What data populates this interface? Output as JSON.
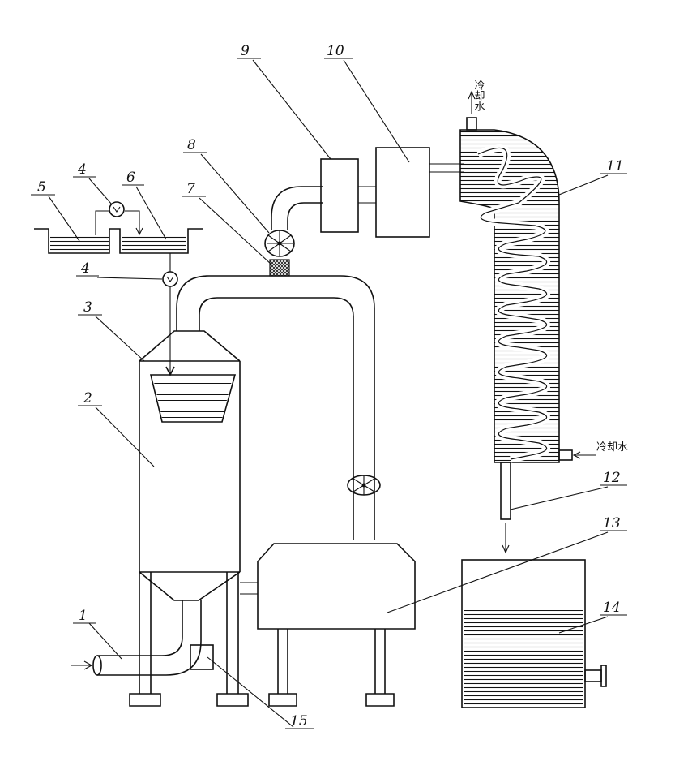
{
  "diagram": {
    "labels": {
      "l1": "1",
      "l2": "2",
      "l3": "3",
      "l4a": "4",
      "l4b": "4",
      "l5": "5",
      "l6": "6",
      "l7": "7",
      "l8": "8",
      "l9": "9",
      "l10": "10",
      "l11": "11",
      "l12": "12",
      "l13": "13",
      "l14": "14",
      "l15": "15"
    },
    "cooling_water_out": "冷却水",
    "cooling_water_in": "冷却水"
  }
}
